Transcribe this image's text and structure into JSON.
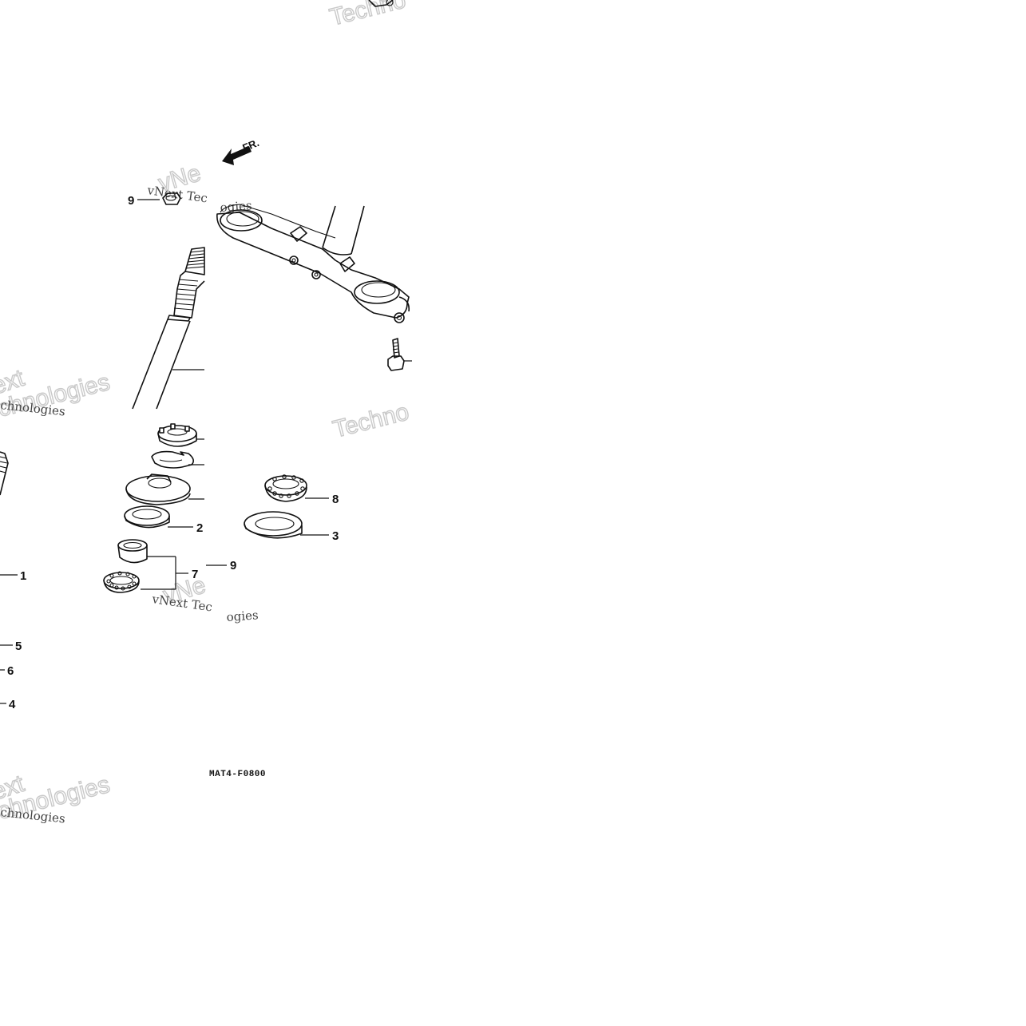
{
  "diagram": {
    "direction_label": "FR.",
    "figure_code": "MAT4-F0800",
    "callouts": {
      "c1": "1",
      "c2": "2",
      "c3": "3",
      "c4": "4",
      "c5": "5",
      "c6": "6",
      "c7": "7",
      "c8": "8",
      "c9_top": "9",
      "c9_mid": "9"
    },
    "watermarks": {
      "top_right_outline": "Techno",
      "top_left_serif": "vNext Tec",
      "top_left_serif2": "ogies",
      "left_outline_a": "ext",
      "left_outline_b": "chnologies",
      "left_serif": "chnologies",
      "mid_right_outline": "Techno",
      "bottom_mid_serif": "vNext Tec",
      "bottom_mid_serif2": "ogies",
      "bottom_left_outline_a": "ext",
      "bottom_left_outline_b": "chnologies",
      "bottom_left_serif": "chnologies",
      "vnext_outline_a": "vNe",
      "vnext_outline_b": "vNe"
    }
  }
}
